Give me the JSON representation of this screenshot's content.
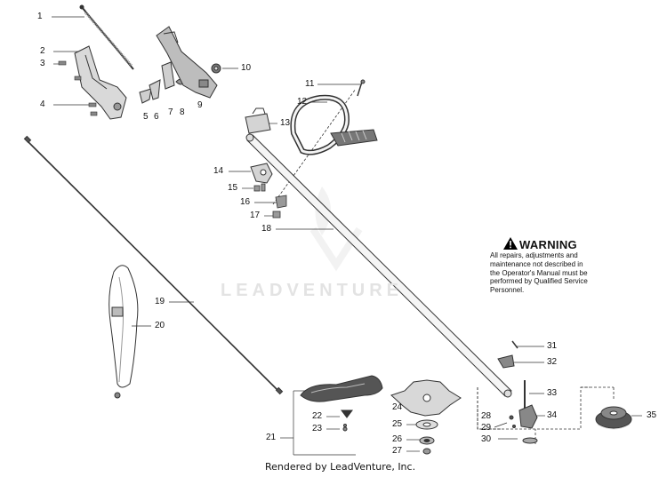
{
  "callouts": [
    "1",
    "2",
    "3",
    "4",
    "5",
    "6",
    "7",
    "8",
    "9",
    "10",
    "11",
    "12",
    "13",
    "14",
    "15",
    "16",
    "17",
    "18",
    "19",
    "20",
    "21",
    "22",
    "23",
    "24",
    "25",
    "26",
    "27",
    "28",
    "29",
    "30",
    "31",
    "32",
    "33",
    "34",
    "35"
  ],
  "warning": {
    "title": "WARNING",
    "body": "All repairs, adjustments and\nmaintenance not described in\nthe Operator's Manual must be\nperformed by Qualified Service\nPersonnel.",
    "icon": "warning-triangle-icon"
  },
  "watermark": "LEADVENTURE",
  "footer": "Rendered by LeadVenture, Inc."
}
